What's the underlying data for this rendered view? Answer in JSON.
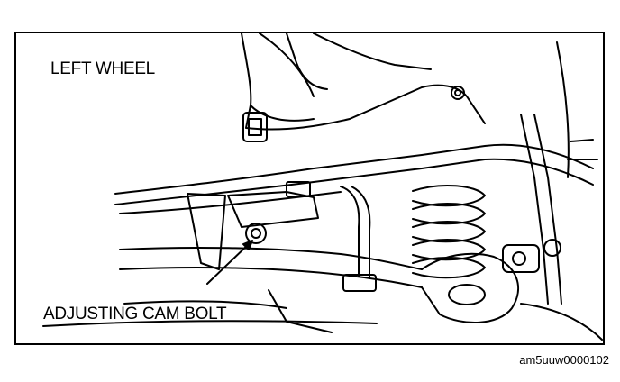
{
  "diagram": {
    "labels": {
      "side": "LEFT WHEEL",
      "part": "ADJUSTING CAM BOLT"
    },
    "figure_code": "am5uuw0000102"
  }
}
